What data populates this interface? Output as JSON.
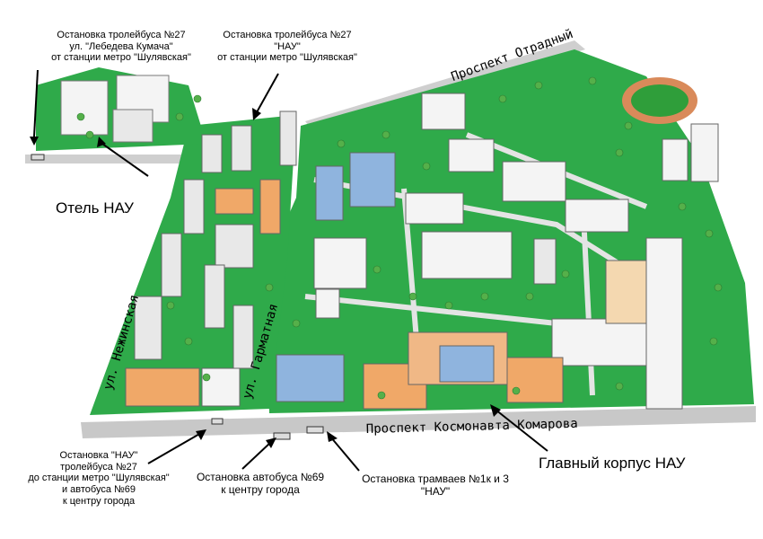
{
  "labels": {
    "stop_lebedeva": [
      "Остановка тролейбуса №27",
      "ул. \"Лебедева Кумача\"",
      "от станции метро \"Шулявская\""
    ],
    "stop_nau_top": [
      "Остановка тролейбуса №27",
      "\"НАУ\"",
      "от станции метро \"Шулявская\""
    ],
    "hotel": "Отель НАУ",
    "stop_nau_bottom": [
      "Остановка  \"НАУ\"",
      "тролейбуса №27",
      "до станции метро \"Шулявская\"",
      "и автобуса №69",
      "к центру города"
    ],
    "stop_bus69": [
      "Остановка автобуса №69",
      "к центру города"
    ],
    "stop_tram": [
      "Остановка трамваев  №1к и 3",
      "\"НАУ\""
    ],
    "main_building": "Главный корпус НАУ"
  },
  "streets": {
    "otradny": "Проспект  Отрадный",
    "nezhinskaya": "ул. Нежинская",
    "garmatnaya": "ул. Гарматная",
    "komarova": "Проспект Космонавта Комарова"
  },
  "colors": {
    "grass": "#2faa4a",
    "road": "#c8c8c8",
    "path": "#e4e4e4",
    "building_light": "#f4f4f4",
    "building_blue": "#8fb4de",
    "building_orange": "#f0a868",
    "tree": "#55b04a"
  }
}
